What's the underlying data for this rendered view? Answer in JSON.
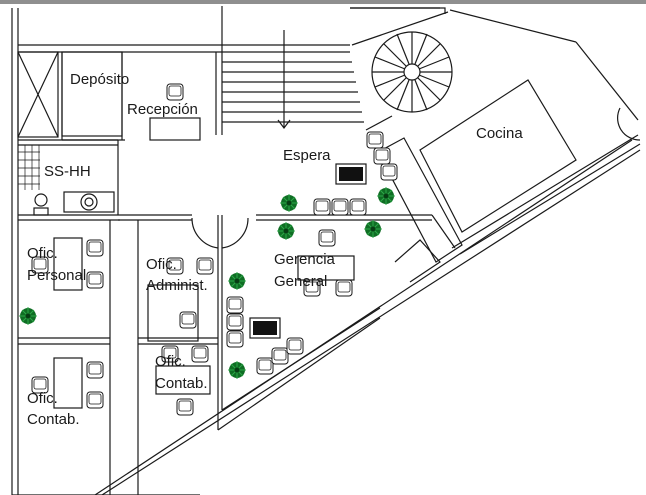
{
  "rooms": {
    "deposito": "Depósito",
    "recepcion": "Recepción",
    "sshh": "SS-HH",
    "espera": "Espera",
    "cocina": "Cocina",
    "ofic_personal_1": "Ofic.",
    "ofic_personal_2": "Personal",
    "ofic_admin_1": "Ofic.",
    "ofic_admin_2": "Administ.",
    "gerencia_1": "Gerencia",
    "gerencia_2": "General",
    "ofic_contab_mid_1": "Ofic.",
    "ofic_contab_mid_2": "Contab.",
    "ofic_contab_left_1": "Ofic.",
    "ofic_contab_left_2": "Contab."
  },
  "icons": {
    "plant": "potted-plant-icon",
    "chair": "chair-icon",
    "monitor": "monitor-icon",
    "stair": "spiral-stair-icon"
  },
  "colors": {
    "line": "#1a1a1a",
    "plant": "#0f6e24",
    "background": "#ffffff",
    "frame": "#8f8f8f"
  }
}
